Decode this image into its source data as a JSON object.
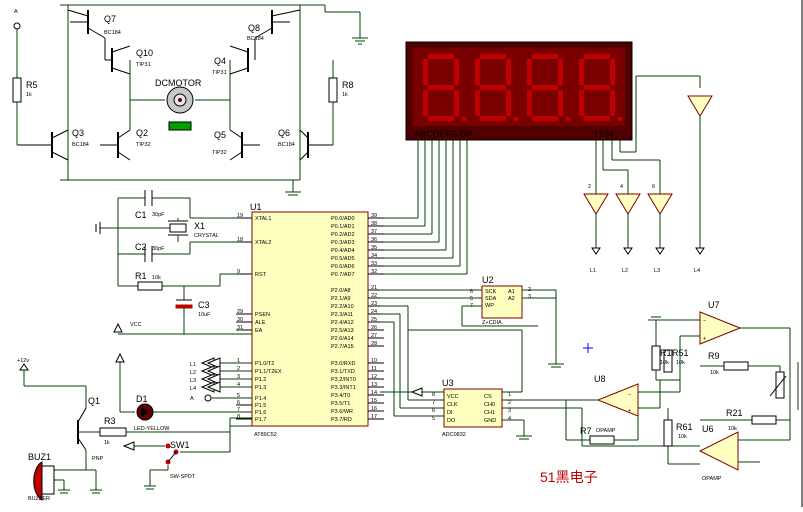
{
  "transistors": {
    "q7": {
      "name": "Q7",
      "part": "BC184"
    },
    "q8": {
      "name": "Q8",
      "part": "BC184"
    },
    "q10": {
      "name": "Q10",
      "part": "TIP31"
    },
    "q4": {
      "name": "Q4",
      "part": "TIP31"
    },
    "q3": {
      "name": "Q3",
      "part": "BC184"
    },
    "q2": {
      "name": "Q2",
      "part": "TIP32"
    },
    "q5": {
      "name": "Q5",
      "part": "TIP32"
    },
    "q6": {
      "name": "Q6",
      "part": "BC184"
    },
    "q1": {
      "name": "Q1",
      "part": "PNP"
    }
  },
  "motor": {
    "name": "DCMOTOR"
  },
  "resistors": {
    "r5": {
      "name": "R5",
      "value": "1k"
    },
    "r8": {
      "name": "R8",
      "value": "1k"
    },
    "r1": {
      "name": "R1",
      "value": "10k"
    },
    "r3": {
      "name": "R3",
      "value": "1k"
    },
    "r7": {
      "name": "R7",
      "value": "OPAMP"
    },
    "r51": {
      "name": "R51",
      "value": "10k"
    },
    "r61": {
      "name": "R61",
      "value": "10k"
    },
    "r21": {
      "name": "R21",
      "value": "10k"
    },
    "r1b": {
      "name": "R1",
      "value": "10k"
    },
    "r9": {
      "name": "R9",
      "value": "10k"
    }
  },
  "display": {
    "seg_label": "ABCDEFG  DP",
    "dig_label": "1234",
    "digits": [
      "8",
      "8",
      "8",
      "8"
    ]
  },
  "caps": {
    "c1": {
      "name": "C1",
      "value": "30pF"
    },
    "c2": {
      "name": "C2",
      "value": "30pF"
    },
    "c3": {
      "name": "C3",
      "value": "10uF"
    }
  },
  "crystal": {
    "name": "X1",
    "part": "CRYSTAL"
  },
  "mcu": {
    "name": "U1",
    "part": "AT89C52",
    "left_pins": [
      {
        "n": "19",
        "l": "XTAL1"
      },
      {
        "n": "18",
        "l": "XTAL2"
      },
      {
        "n": "9",
        "l": "RST"
      },
      {
        "n": "29",
        "l": "PSEN"
      },
      {
        "n": "30",
        "l": "ALE"
      },
      {
        "n": "31",
        "l": "EA"
      },
      {
        "n": "1",
        "l": "P1.0/T2"
      },
      {
        "n": "2",
        "l": "P1.1/T2EX"
      },
      {
        "n": "3",
        "l": "P1.2"
      },
      {
        "n": "4",
        "l": "P1.3"
      },
      {
        "n": "5",
        "l": "P1.4"
      },
      {
        "n": "6",
        "l": "P1.5"
      },
      {
        "n": "7",
        "l": "P1.6"
      },
      {
        "n": "8",
        "l": "P1.7"
      }
    ],
    "right_pins": [
      {
        "n": "39",
        "l": "P0.0/AD0"
      },
      {
        "n": "38",
        "l": "P0.1/AD1"
      },
      {
        "n": "37",
        "l": "P0.2/AD2"
      },
      {
        "n": "36",
        "l": "P0.3/AD3"
      },
      {
        "n": "35",
        "l": "P0.4/AD4"
      },
      {
        "n": "34",
        "l": "P0.5/AD5"
      },
      {
        "n": "33",
        "l": "P0.6/AD6"
      },
      {
        "n": "32",
        "l": "P0.7/AD7"
      },
      {
        "n": "21",
        "l": "P2.0/A8"
      },
      {
        "n": "22",
        "l": "P2.1/A9"
      },
      {
        "n": "23",
        "l": "P2.2/A10"
      },
      {
        "n": "24",
        "l": "P2.3/A11"
      },
      {
        "n": "25",
        "l": "P2.4/A12"
      },
      {
        "n": "26",
        "l": "P2.5/A13"
      },
      {
        "n": "27",
        "l": "P2.6/A14"
      },
      {
        "n": "28",
        "l": "P2.7/A15"
      },
      {
        "n": "10",
        "l": "P3.0/RXD"
      },
      {
        "n": "11",
        "l": "P3.1/TXD"
      },
      {
        "n": "12",
        "l": "P3.2/INT0"
      },
      {
        "n": "13",
        "l": "P3.3/INT1"
      },
      {
        "n": "14",
        "l": "P3.4/T0"
      },
      {
        "n": "15",
        "l": "P3.5/T1"
      },
      {
        "n": "16",
        "l": "P3.6/WR"
      },
      {
        "n": "17",
        "l": "P3.7/RD"
      }
    ]
  },
  "u2": {
    "name": "U2",
    "part": "Z+CDIA",
    "pins_left": [
      "SCK",
      "SDA",
      "WP"
    ],
    "pins_right": [
      "A1",
      "A2"
    ],
    "nums_left": [
      "6",
      "5",
      "7"
    ],
    "nums_right": [
      "2",
      "3"
    ]
  },
  "u3": {
    "name": "U3",
    "part": "ADC0832",
    "pins_left": [
      "VCC",
      "CLK",
      "DI",
      "DO"
    ],
    "pins_right": [
      "CS",
      "CH0",
      "CH1",
      "GND"
    ],
    "nums_left": [
      "8",
      "7",
      "6",
      "5"
    ],
    "nums_right": [
      "1",
      "2",
      "3",
      "4"
    ]
  },
  "opamps": {
    "u7": "U7",
    "u8": "U8",
    "u6": "U6",
    "u6_label": "OPAMP"
  },
  "power": {
    "vcc": "VCC",
    "v12": "+12v",
    "a": "A"
  },
  "leds": [
    "L1",
    "L2",
    "L3",
    "L4"
  ],
  "d1": {
    "name": "D1",
    "part": "LED-YELLOW"
  },
  "sw1": {
    "name": "SW1",
    "part": "SW-SPDT"
  },
  "buz": {
    "name": "BUZ1",
    "part": "BUZZER"
  },
  "buffers": {
    "l": [
      "L1",
      "L2",
      "L3",
      "L4"
    ],
    "nums": [
      "2",
      "4",
      "6"
    ]
  },
  "watermark": "51黑电子"
}
